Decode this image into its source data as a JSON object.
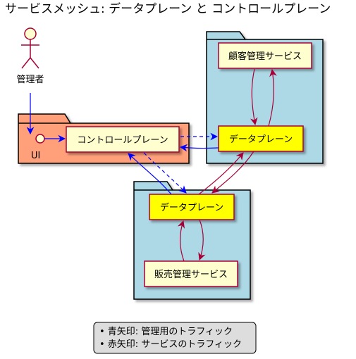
{
  "title": "サービスメッシュ: データプレーン と コントロールプレーン",
  "actor": {
    "label": "管理者"
  },
  "packages": {
    "ui": {
      "label": "UI"
    },
    "service_a": {
      "label": ""
    },
    "service_b": {
      "label": ""
    }
  },
  "nodes": {
    "control_plane": {
      "label": "コントロールプレーン"
    },
    "data_plane_a": {
      "label": "データプレーン"
    },
    "customer_service": {
      "label": "顧客管理サービス"
    },
    "data_plane_b": {
      "label": "データプレーン"
    },
    "sales_service": {
      "label": "販売管理サービス"
    }
  },
  "legend": {
    "items": [
      "• 青矢印: 管理用のトラフィック",
      "• 赤矢印: サービスのトラフィック"
    ]
  },
  "colors": {
    "admin_arrow": "#0000FF",
    "service_arrow": "#A80036",
    "package_ui": "#FFA07A",
    "package_service": "#ADD8E6",
    "node_default": "#FEFECE",
    "node_data_plane": "#FFFF00",
    "node_border": "#A80036",
    "legend_bg": "#DDDDDD"
  }
}
